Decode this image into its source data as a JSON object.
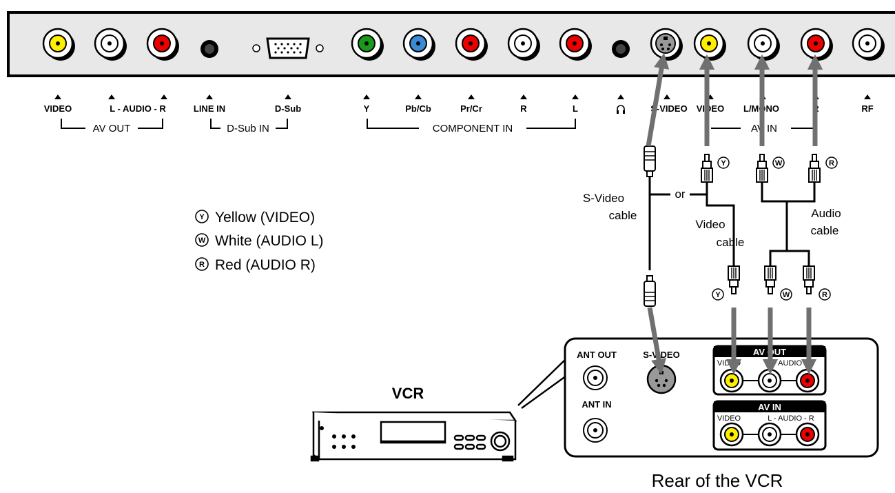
{
  "tv_panel": {
    "labels": {
      "video": "VIDEO",
      "audio_lr": "L - AUDIO - R",
      "line_in": "LINE IN",
      "dsub": "D-Sub",
      "y": "Y",
      "pbcb": "Pb/Cb",
      "prcr": "Pr/Cr",
      "r": "R",
      "l": "L",
      "svideo": "S-VIDEO",
      "video2": "VIDEO",
      "lmono": "L/MONO",
      "r2": "R",
      "rf": "RF"
    },
    "groups": {
      "av_out": "AV OUT",
      "dsub_in": "D-Sub IN",
      "component_in": "COMPONENT IN",
      "av_in": "AV IN"
    },
    "colors": {
      "yellow": "#ffee00",
      "white": "#ffffff",
      "red": "#ee0000",
      "green": "#1a9a1a",
      "blue": "#3a8ad6",
      "panel": "#e8e8e8",
      "arrow": "#707070"
    }
  },
  "cables": {
    "or": "or",
    "svideo_cable_line1": "S-Video",
    "svideo_cable_line2": "cable",
    "video_cable_line1": "Video",
    "video_cable_line2": "cable",
    "audio_cable_line1": "Audio",
    "audio_cable_line2": "cable",
    "yellow_letter": "Y",
    "white_letter": "W",
    "red_letter": "R"
  },
  "legend": {
    "yellow": "Yellow (VIDEO)",
    "white": "White (AUDIO L)",
    "red": "Red (AUDIO R)"
  },
  "vcr": {
    "title": "VCR",
    "caption": "Rear of the VCR",
    "ant_out": "ANT OUT",
    "ant_in": "ANT IN",
    "svideo": "S-VIDEO",
    "av_out": "AV OUT",
    "av_in": "AV IN",
    "video": "VIDEO",
    "audio_lr": "L - AUDIO - R"
  }
}
